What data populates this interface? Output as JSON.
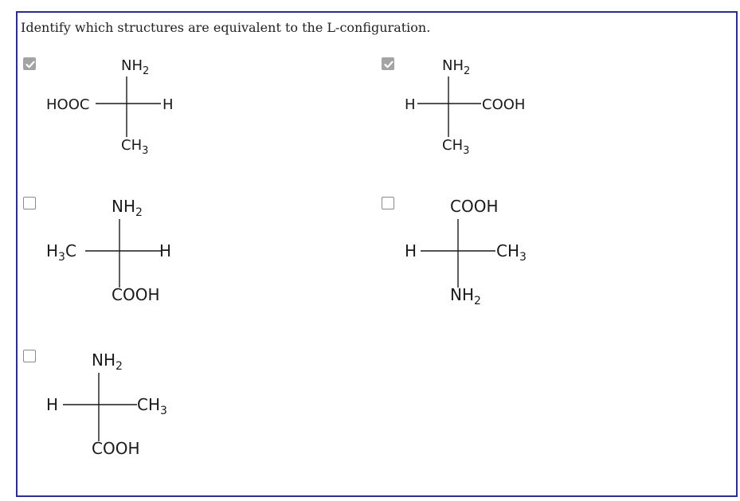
{
  "question": {
    "prefix": "Identify which structures are equivalent to the ",
    "config_letter": "L",
    "suffix": "-configuration."
  },
  "options": [
    {
      "checked": true,
      "top": "NH",
      "top_sub": "2",
      "left": "HOOC",
      "left_sub": "",
      "right": "H",
      "right_sub": "",
      "bottom": "CH",
      "bottom_sub": "3"
    },
    {
      "checked": true,
      "top": "NH",
      "top_sub": "2",
      "left": "H",
      "left_sub": "",
      "right": "COOH",
      "right_sub": "",
      "bottom": "CH",
      "bottom_sub": "3"
    },
    {
      "checked": false,
      "top": "NH",
      "top_sub": "2",
      "left": "H",
      "left_sub": "3",
      "left_tail": "C",
      "right": "H",
      "right_sub": "",
      "bottom": "COOH",
      "bottom_sub": ""
    },
    {
      "checked": false,
      "top": "COOH",
      "top_sub": "",
      "left": "H",
      "left_sub": "",
      "right": "CH",
      "right_sub": "3",
      "bottom": "NH",
      "bottom_sub": "2"
    },
    {
      "checked": false,
      "top": "NH",
      "top_sub": "2",
      "left": "H",
      "left_sub": "",
      "right": "CH",
      "right_sub": "3",
      "bottom": "COOH",
      "bottom_sub": ""
    }
  ],
  "icons": {
    "checkbox_checked": "check-icon"
  }
}
